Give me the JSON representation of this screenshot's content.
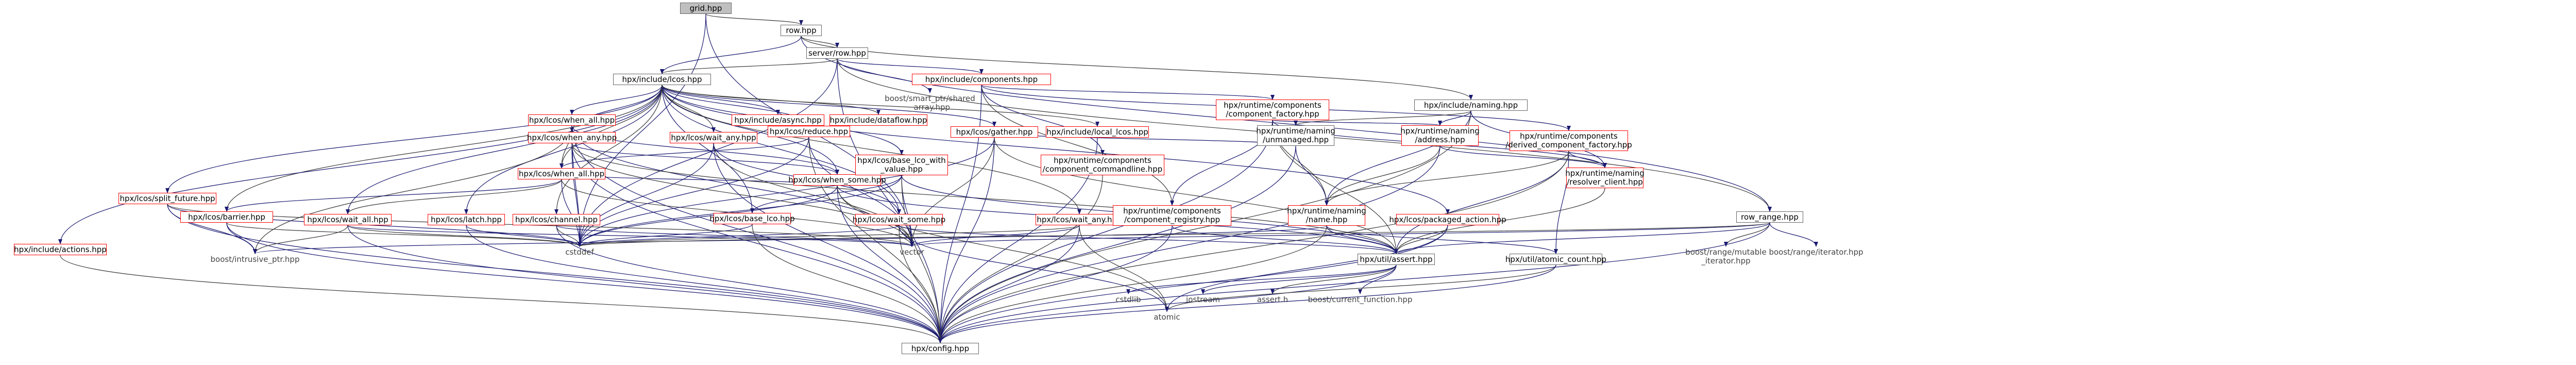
{
  "diagram": {
    "root": "grid.hpp",
    "nodes": [
      {
        "id": "grid",
        "label": "grid.hpp",
        "style": "gray"
      },
      {
        "id": "row",
        "label": "row.hpp",
        "style": "boxed"
      },
      {
        "id": "server",
        "label": "server/row.hpp",
        "style": "boxed"
      },
      {
        "id": "lcos",
        "label": "hpx/include/lcos.hpp",
        "style": "boxed"
      },
      {
        "id": "smartptr",
        "label": "boost/smart_ptr/shared\n_array.hpp",
        "style": "plain"
      },
      {
        "id": "components",
        "label": "hpx/include/components.hpp",
        "style": "red"
      },
      {
        "id": "naming",
        "label": "hpx/include/naming.hpp",
        "style": "boxed"
      },
      {
        "id": "rowrange",
        "label": "row_range.hpp",
        "style": "boxed"
      },
      {
        "id": "whenall",
        "label": "hpx/lcos/when_all.hpp",
        "style": "red"
      },
      {
        "id": "async",
        "label": "hpx/include/async.hpp",
        "style": "red"
      },
      {
        "id": "dataflow",
        "label": "hpx/include/dataflow.hpp",
        "style": "red"
      },
      {
        "id": "reduce",
        "label": "hpx/lcos/reduce.hpp",
        "style": "red"
      },
      {
        "id": "gather",
        "label": "hpx/lcos/gather.hpp",
        "style": "red"
      },
      {
        "id": "locallcos",
        "label": "hpx/include/local_lcos.hpp",
        "style": "red"
      },
      {
        "id": "compfactory",
        "label": "hpx/runtime/components\n/component_factory.hpp",
        "style": "red"
      },
      {
        "id": "runtimenaming",
        "label": "hpx/runtime/naming\n/unmanaged.hpp",
        "style": "boxed"
      },
      {
        "id": "whenany",
        "label": "hpx/lcos/when_any.hpp",
        "style": "red"
      },
      {
        "id": "whensome",
        "label": "hpx/lcos/when_some.hpp",
        "style": "red"
      },
      {
        "id": "whenallb",
        "label": "hpx/lcos/when_all.hpp",
        "style": "red"
      },
      {
        "id": "waitany",
        "label": "hpx/lcos/wait_any.hpp",
        "style": "red"
      },
      {
        "id": "baselcowith",
        "label": "hpx/lcos/base_lco_with\n_value.hpp",
        "style": "red"
      },
      {
        "id": "address",
        "label": "hpx/runtime/naming\n/address.hpp",
        "style": "red"
      },
      {
        "id": "derivedfactory",
        "label": "hpx/runtime/components\n/derived_component_factory.hpp",
        "style": "red"
      },
      {
        "id": "cmdline",
        "label": "hpx/runtime/components\n/component_commandline.hpp",
        "style": "red"
      },
      {
        "id": "resolver",
        "label": "hpx/runtime/naming\n/resolver_client.hpp",
        "style": "red"
      },
      {
        "id": "split",
        "label": "hpx/lcos/split_future.hpp",
        "style": "red"
      },
      {
        "id": "barrier",
        "label": "hpx/lcos/barrier.hpp",
        "style": "red"
      },
      {
        "id": "waitall",
        "label": "hpx/lcos/wait_all.hpp",
        "style": "red"
      },
      {
        "id": "latch",
        "label": "hpx/lcos/latch.hpp",
        "style": "red"
      },
      {
        "id": "channel",
        "label": "hpx/lcos/channel.hpp",
        "style": "red"
      },
      {
        "id": "baselco",
        "label": "hpx/lcos/base_lco.hpp",
        "style": "red"
      },
      {
        "id": "waitsome",
        "label": "hpx/lcos/wait_some.hpp",
        "style": "red"
      },
      {
        "id": "waitany2",
        "label": "hpx/lcos/wait_any.hpp",
        "style": "red"
      },
      {
        "id": "registry",
        "label": "hpx/runtime/components\n/component_registry.hpp",
        "style": "red"
      },
      {
        "id": "namename",
        "label": "hpx/runtime/naming\n/name.hpp",
        "style": "red"
      },
      {
        "id": "packaged",
        "label": "hpx/lcos/packaged_action.hpp",
        "style": "red"
      },
      {
        "id": "actions",
        "label": "hpx/include/actions.hpp",
        "style": "red"
      },
      {
        "id": "intrusive",
        "label": "boost/intrusive_ptr.hpp",
        "style": "plain"
      },
      {
        "id": "cstddef",
        "label": "cstddef",
        "style": "plain"
      },
      {
        "id": "vector",
        "label": "vector",
        "style": "plain"
      },
      {
        "id": "assert",
        "label": "hpx/util/assert.hpp",
        "style": "boxed"
      },
      {
        "id": "atomic",
        "label": "hpx/util/atomic_count.hpp",
        "style": "boxed"
      },
      {
        "id": "mutable",
        "label": "boost/range/mutable\n_iterator.hpp",
        "style": "plain"
      },
      {
        "id": "iterator",
        "label": "boost/range/iterator.hpp",
        "style": "plain"
      },
      {
        "id": "config",
        "label": "hpx/config.hpp",
        "style": "boxed"
      },
      {
        "id": "atomicstd",
        "label": "atomic",
        "style": "plain"
      },
      {
        "id": "cstdlib",
        "label": "cstdlib",
        "style": "plain"
      },
      {
        "id": "iostream",
        "label": "iostream",
        "style": "plain"
      },
      {
        "id": "asserth",
        "label": "assert.h",
        "style": "plain"
      },
      {
        "id": "curfunc",
        "label": "boost/current_function.hpp",
        "style": "plain"
      }
    ],
    "edges": [
      [
        "grid",
        "row"
      ],
      [
        "grid",
        "vector"
      ],
      [
        "grid",
        "cstddef"
      ],
      [
        "row",
        "server"
      ],
      [
        "row",
        "rowrange"
      ],
      [
        "row",
        "lcos"
      ],
      [
        "row",
        "naming"
      ],
      [
        "server",
        "smartptr"
      ],
      [
        "server",
        "components"
      ],
      [
        "server",
        "lcos"
      ],
      [
        "server",
        "config"
      ],
      [
        "server",
        "cstddef"
      ],
      [
        "server",
        "rowrange"
      ],
      [
        "lcos",
        "whenall"
      ],
      [
        "lcos",
        "async"
      ],
      [
        "lcos",
        "dataflow"
      ],
      [
        "lcos",
        "reduce"
      ],
      [
        "lcos",
        "gather"
      ],
      [
        "lcos",
        "locallcos"
      ],
      [
        "lcos",
        "whenany"
      ],
      [
        "lcos",
        "whensome"
      ],
      [
        "lcos",
        "waitany"
      ],
      [
        "lcos",
        "baselcowith"
      ],
      [
        "lcos",
        "split"
      ],
      [
        "lcos",
        "barrier"
      ],
      [
        "lcos",
        "waitall"
      ],
      [
        "lcos",
        "latch"
      ],
      [
        "lcos",
        "channel"
      ],
      [
        "lcos",
        "baselco"
      ],
      [
        "lcos",
        "waitsome"
      ],
      [
        "lcos",
        "waitany2"
      ],
      [
        "lcos",
        "packaged"
      ],
      [
        "lcos",
        "actions"
      ],
      [
        "lcos",
        "whenallb"
      ],
      [
        "components",
        "compfactory"
      ],
      [
        "components",
        "cmdline"
      ],
      [
        "components",
        "registry"
      ],
      [
        "components",
        "derivedfactory"
      ],
      [
        "components",
        "config"
      ],
      [
        "naming",
        "runtimenaming"
      ],
      [
        "naming",
        "address"
      ],
      [
        "naming",
        "namename"
      ],
      [
        "naming",
        "config"
      ],
      [
        "naming",
        "resolver"
      ],
      [
        "compfactory",
        "registry"
      ],
      [
        "compfactory",
        "namename"
      ],
      [
        "compfactory",
        "address"
      ],
      [
        "compfactory",
        "resolver"
      ],
      [
        "compfactory",
        "assert"
      ],
      [
        "compfactory",
        "config"
      ],
      [
        "derivedfactory",
        "resolver"
      ],
      [
        "derivedfactory",
        "namename"
      ],
      [
        "derivedfactory",
        "assert"
      ],
      [
        "derivedfactory",
        "atomic"
      ],
      [
        "derivedfactory",
        "config"
      ],
      [
        "runtimenaming",
        "namename"
      ],
      [
        "runtimenaming",
        "config"
      ],
      [
        "address",
        "namename"
      ],
      [
        "address",
        "config"
      ],
      [
        "address",
        "resolver"
      ],
      [
        "cmdline",
        "config"
      ],
      [
        "registry",
        "config"
      ],
      [
        "registry",
        "assert"
      ],
      [
        "resolver",
        "assert"
      ],
      [
        "namename",
        "assert"
      ],
      [
        "namename",
        "atomic"
      ],
      [
        "namename",
        "config"
      ],
      [
        "namename",
        "intrusive"
      ],
      [
        "whenall",
        "whensome"
      ],
      [
        "whenall",
        "whenallb"
      ],
      [
        "whenall",
        "cstddef"
      ],
      [
        "whenall",
        "vector"
      ],
      [
        "whenall",
        "intrusive"
      ],
      [
        "whenall",
        "config"
      ],
      [
        "whenallb",
        "barrier"
      ],
      [
        "whenallb",
        "waitall"
      ],
      [
        "whenallb",
        "whensome"
      ],
      [
        "whenallb",
        "cstddef"
      ],
      [
        "whenallb",
        "vector"
      ],
      [
        "reduce",
        "whenallb"
      ],
      [
        "reduce",
        "vector"
      ],
      [
        "reduce",
        "config"
      ],
      [
        "reduce",
        "cstddef"
      ],
      [
        "gather",
        "cstddef"
      ],
      [
        "gather",
        "vector"
      ],
      [
        "gather",
        "config"
      ],
      [
        "gather",
        "runtimenaming"
      ],
      [
        "gather",
        "assert"
      ],
      [
        "locallcos",
        "config"
      ],
      [
        "whenany",
        "whensome"
      ],
      [
        "whenany",
        "vector"
      ],
      [
        "whenany",
        "cstddef"
      ],
      [
        "whenany",
        "config"
      ],
      [
        "whenany",
        "assert"
      ],
      [
        "waitany",
        "waitsome"
      ],
      [
        "waitany",
        "cstddef"
      ],
      [
        "waitany",
        "vector"
      ],
      [
        "waitany",
        "config"
      ],
      [
        "whensome",
        "cstddef"
      ],
      [
        "whensome",
        "vector"
      ],
      [
        "whensome",
        "config"
      ],
      [
        "whensome",
        "assert"
      ],
      [
        "whensome",
        "atomicstd"
      ],
      [
        "waitsome",
        "cstddef"
      ],
      [
        "waitsome",
        "vector"
      ],
      [
        "waitsome",
        "config"
      ],
      [
        "waitsome",
        "assert"
      ],
      [
        "waitsome",
        "atomicstd"
      ],
      [
        "waitany2",
        "cstddef"
      ],
      [
        "waitany2",
        "vector"
      ],
      [
        "waitany2",
        "config"
      ],
      [
        "waitany2",
        "atomicstd"
      ],
      [
        "baselcowith",
        "baselco"
      ],
      [
        "baselcowith",
        "vector"
      ],
      [
        "baselcowith",
        "config"
      ],
      [
        "baselcowith",
        "assert"
      ],
      [
        "baselcowith",
        "cstddef"
      ],
      [
        "baselco",
        "config"
      ],
      [
        "baselco",
        "cstddef"
      ],
      [
        "split",
        "cstddef"
      ],
      [
        "split",
        "vector"
      ],
      [
        "split",
        "config"
      ],
      [
        "split",
        "intrusive"
      ],
      [
        "barrier",
        "cstddef"
      ],
      [
        "barrier",
        "config"
      ],
      [
        "barrier",
        "intrusive"
      ],
      [
        "waitall",
        "cstddef"
      ],
      [
        "waitall",
        "vector"
      ],
      [
        "waitall",
        "config"
      ],
      [
        "waitall",
        "intrusive"
      ],
      [
        "latch",
        "cstddef"
      ],
      [
        "latch",
        "config"
      ],
      [
        "channel",
        "cstddef"
      ],
      [
        "channel",
        "vector"
      ],
      [
        "channel",
        "config"
      ],
      [
        "packaged",
        "assert"
      ],
      [
        "packaged",
        "config"
      ],
      [
        "packaged",
        "atomicstd"
      ],
      [
        "actions",
        "config"
      ],
      [
        "assert",
        "cstdlib"
      ],
      [
        "assert",
        "iostream"
      ],
      [
        "assert",
        "asserth"
      ],
      [
        "assert",
        "curfunc"
      ],
      [
        "assert",
        "config"
      ],
      [
        "atomic",
        "atomicstd"
      ],
      [
        "atomic",
        "config"
      ],
      [
        "rowrange",
        "assert"
      ],
      [
        "rowrange",
        "mutable"
      ],
      [
        "rowrange",
        "iterator"
      ],
      [
        "rowrange",
        "vector"
      ],
      [
        "rowrange",
        "cstddef"
      ],
      [
        "rowrange",
        "config"
      ]
    ]
  },
  "colors": {
    "edge_blue": "#191970",
    "edge_dark": "#3a3a3a",
    "node_red_border": "#ff0000",
    "node_gray_fill": "#bfbfbf",
    "node_border": "#666666"
  }
}
